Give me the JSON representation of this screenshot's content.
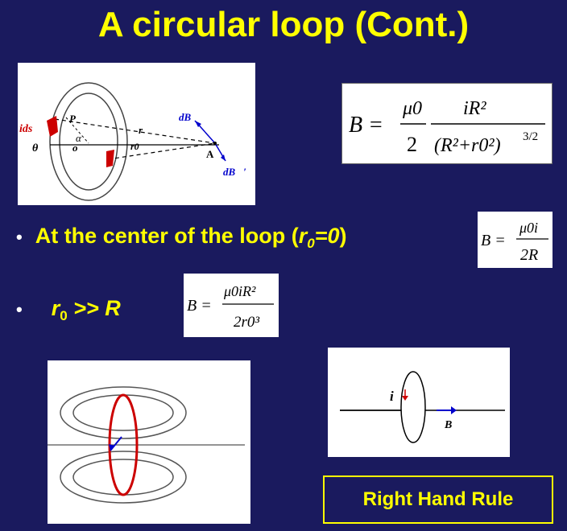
{
  "title": "A circular loop (Cont.)",
  "diagram_labels": {
    "ids": "ids⃗",
    "P": "P",
    "r": "r",
    "alpha": "α",
    "theta": "θ",
    "o": "o",
    "r0": "r0",
    "A": "A",
    "dB": "dB⃗",
    "dB_prime": "dB⃗′"
  },
  "main_formula": {
    "lhs": "B =",
    "mu0": "μ0",
    "two": "2",
    "num": "iR²",
    "den": "(R²+r0²)",
    "exp": "3/2"
  },
  "bullet1": {
    "dot": "•",
    "text": "At  the center of the loop (",
    "r": "r",
    "sub": "0",
    "rest": "=0",
    "close": ")"
  },
  "formula_center": {
    "lhs": "B =",
    "num": "μ0i",
    "den": "2R"
  },
  "bullet2": {
    "dot": "•",
    "r": "r",
    "sub": "0",
    "rest": " >> R"
  },
  "formula_far": {
    "lhs": "B =",
    "num": "μ0iR²",
    "den": "2r0³"
  },
  "right_diagram_labels": {
    "i": "i",
    "B": "B⃗"
  },
  "right_hand_rule": "Right Hand Rule",
  "colors": {
    "background": "#1a1a5e",
    "title": "#ffff00",
    "vector_blue": "#0000cc",
    "element_red": "#cc0000"
  }
}
